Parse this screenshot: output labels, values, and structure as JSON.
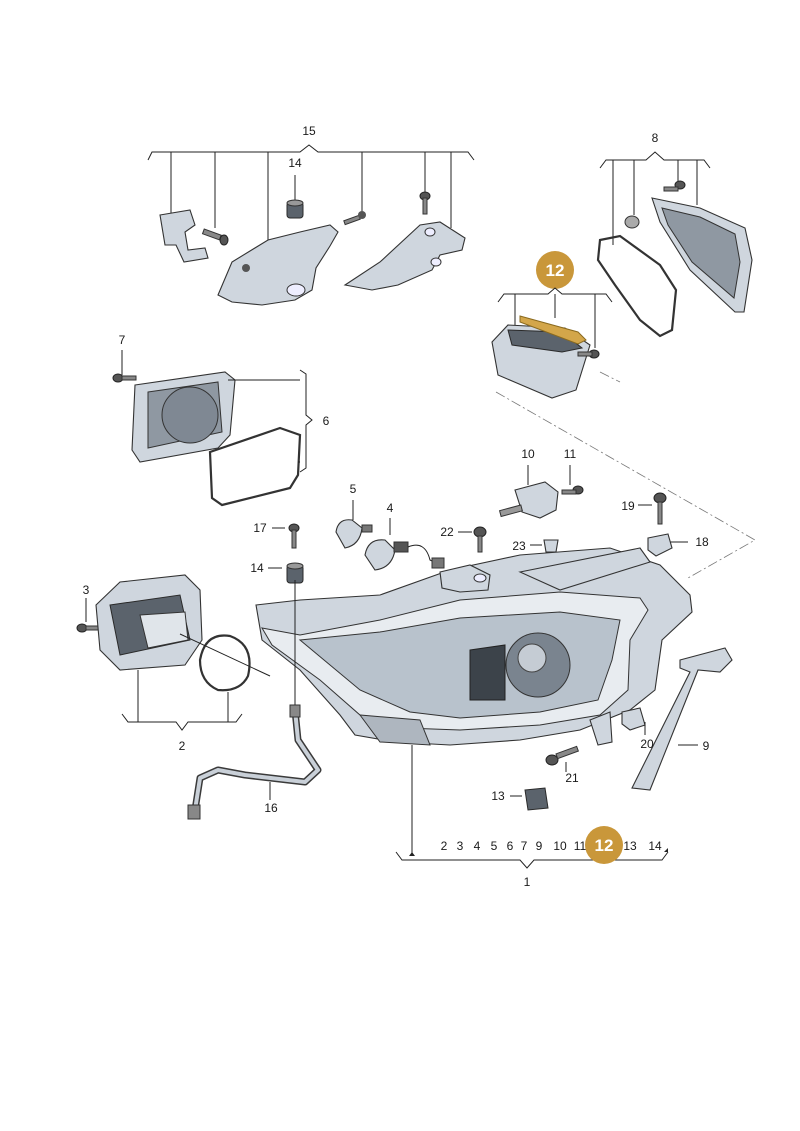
{
  "diagram": {
    "labels": {
      "l15": "15",
      "l8": "8",
      "l14top": "14",
      "l12top": "12",
      "l7": "7",
      "l6": "6",
      "l10": "10",
      "l11": "11",
      "l5": "5",
      "l4": "4",
      "l17": "17",
      "l22": "22",
      "l23": "23",
      "l19": "19",
      "l18": "18",
      "l14mid": "14",
      "l3": "3",
      "l2": "2",
      "l9": "9",
      "l20": "20",
      "l21": "21",
      "l16": "16",
      "l13": "13"
    },
    "parts_row": {
      "p2": "2",
      "p3": "3",
      "p4": "4",
      "p5": "5",
      "p6": "6",
      "p7": "7",
      "p9": "9",
      "p10": "10",
      "p11": "11",
      "p12": "12",
      "p13": "13",
      "p14": "14",
      "total": "1"
    },
    "highlight_color": "#c9973a"
  }
}
